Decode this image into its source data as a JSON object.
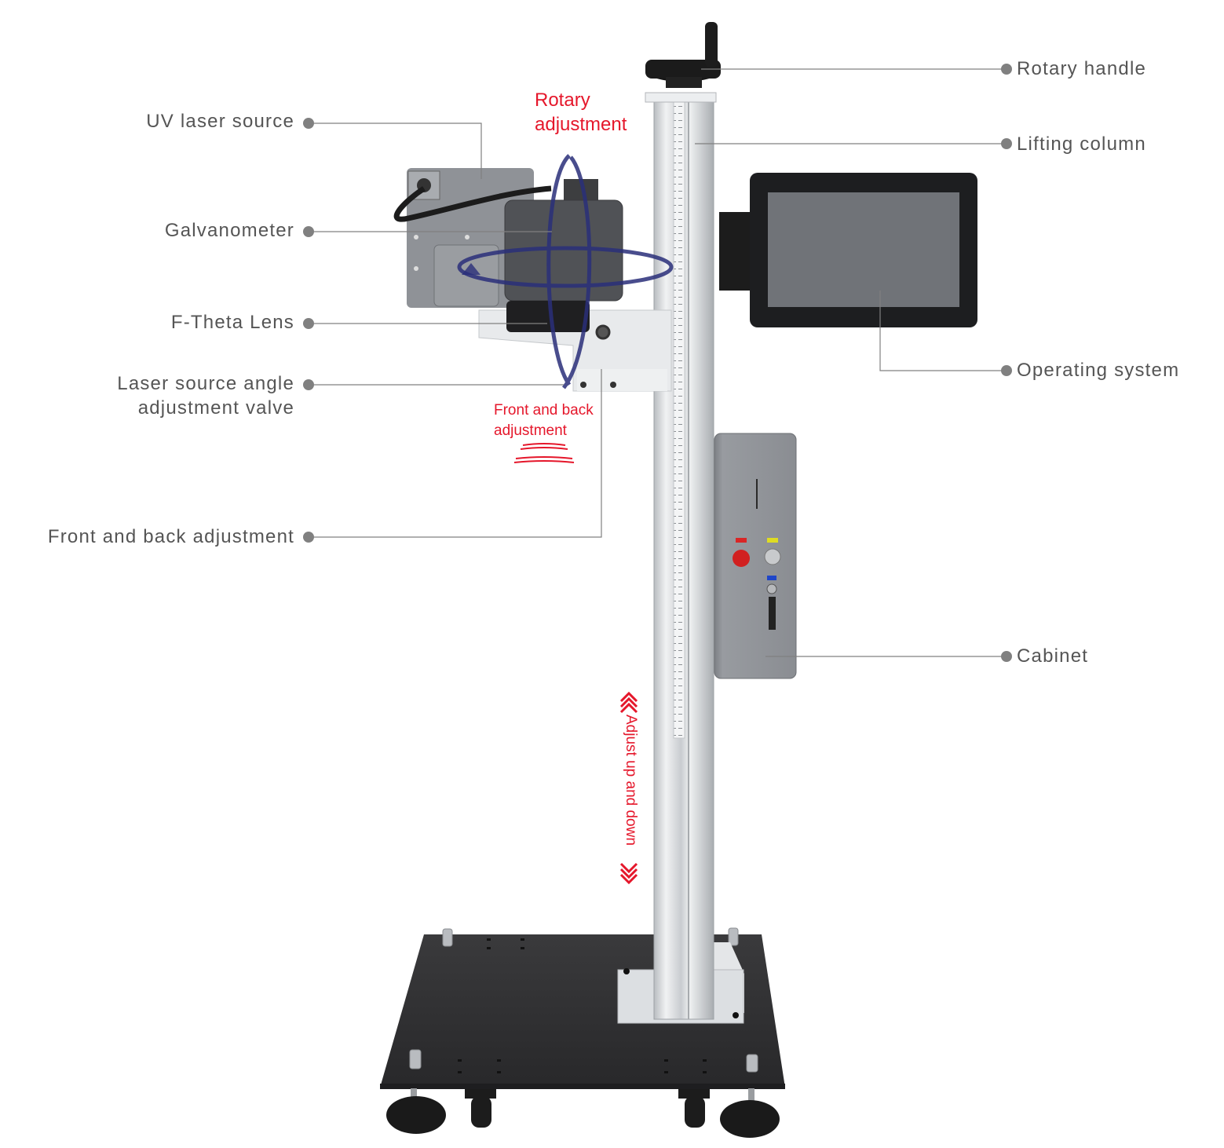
{
  "diagram": {
    "subject": "UV laser marking machine with lifting column",
    "colors": {
      "label_text": "#555555",
      "leader_line": "#777777",
      "dot": "#808080",
      "annotation_red": "#e5172b",
      "rotation_arrow": "#2a2f7a",
      "base_plate": "#2b2b2d",
      "cabinet": "#8e9196",
      "column": "#d9dcdf",
      "screen": "#6d7075"
    },
    "left_labels": [
      {
        "id": "uv-laser-source",
        "text": "UV laser source"
      },
      {
        "id": "galvanometer",
        "text": "Galvanometer"
      },
      {
        "id": "f-theta-lens",
        "text": "F-Theta Lens"
      },
      {
        "id": "laser-angle-valve",
        "line1": "Laser source angle",
        "line2": "adjustment valve"
      },
      {
        "id": "front-back-adjustment",
        "text": "Front and back adjustment"
      }
    ],
    "right_labels": [
      {
        "id": "rotary-handle",
        "text": "Rotary handle"
      },
      {
        "id": "lifting-column",
        "text": "Lifting column"
      },
      {
        "id": "operating-system",
        "text": "Operating system"
      },
      {
        "id": "cabinet",
        "text": "Cabinet"
      }
    ],
    "annotations": {
      "rotary": {
        "line1": "Rotary",
        "line2": "adjustment"
      },
      "front_back": {
        "line1": "Front and back",
        "line2": "adjustment"
      },
      "up_down": "Adjust up and down"
    },
    "icons": [
      "rotation-arrow-icon",
      "horizontal-waves-icon",
      "chevron-up-icon",
      "chevron-down-icon"
    ]
  }
}
